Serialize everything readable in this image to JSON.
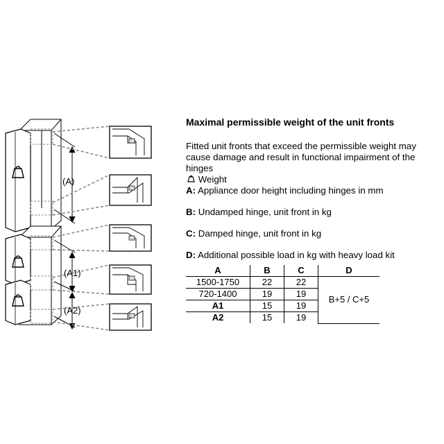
{
  "labels": {
    "a": "(A)",
    "a1": "(A1)",
    "a2": "(A2)"
  },
  "text": {
    "title": "Maximal permissible weight of the unit fronts",
    "intro": "Fitted unit fronts that exceed the permissible weight may cause damage and result in functional impairment of the hinges",
    "legend": [
      {
        "key": "",
        "icon": "weight-icon",
        "text": "Weight"
      },
      {
        "key": "A:",
        "text": "Appliance door height including hinges in mm"
      },
      {
        "key": "B:",
        "text": "Undamped hinge, unit front in kg"
      },
      {
        "key": "C:",
        "text": "Damped hinge, unit front in kg"
      },
      {
        "key": "D:",
        "text": "Additional possible load in kg with heavy load kit"
      }
    ]
  },
  "table": {
    "headers": [
      "A",
      "B",
      "C",
      "D"
    ],
    "rows": [
      {
        "a": "1500-1750",
        "b": "22",
        "c": "22"
      },
      {
        "a": "720-1400",
        "b": "19",
        "c": "19"
      },
      {
        "a": "A1",
        "b": "15",
        "c": "19"
      },
      {
        "a": "A2",
        "b": "15",
        "c": "19"
      }
    ],
    "d_value": "B+5 / C+5"
  }
}
